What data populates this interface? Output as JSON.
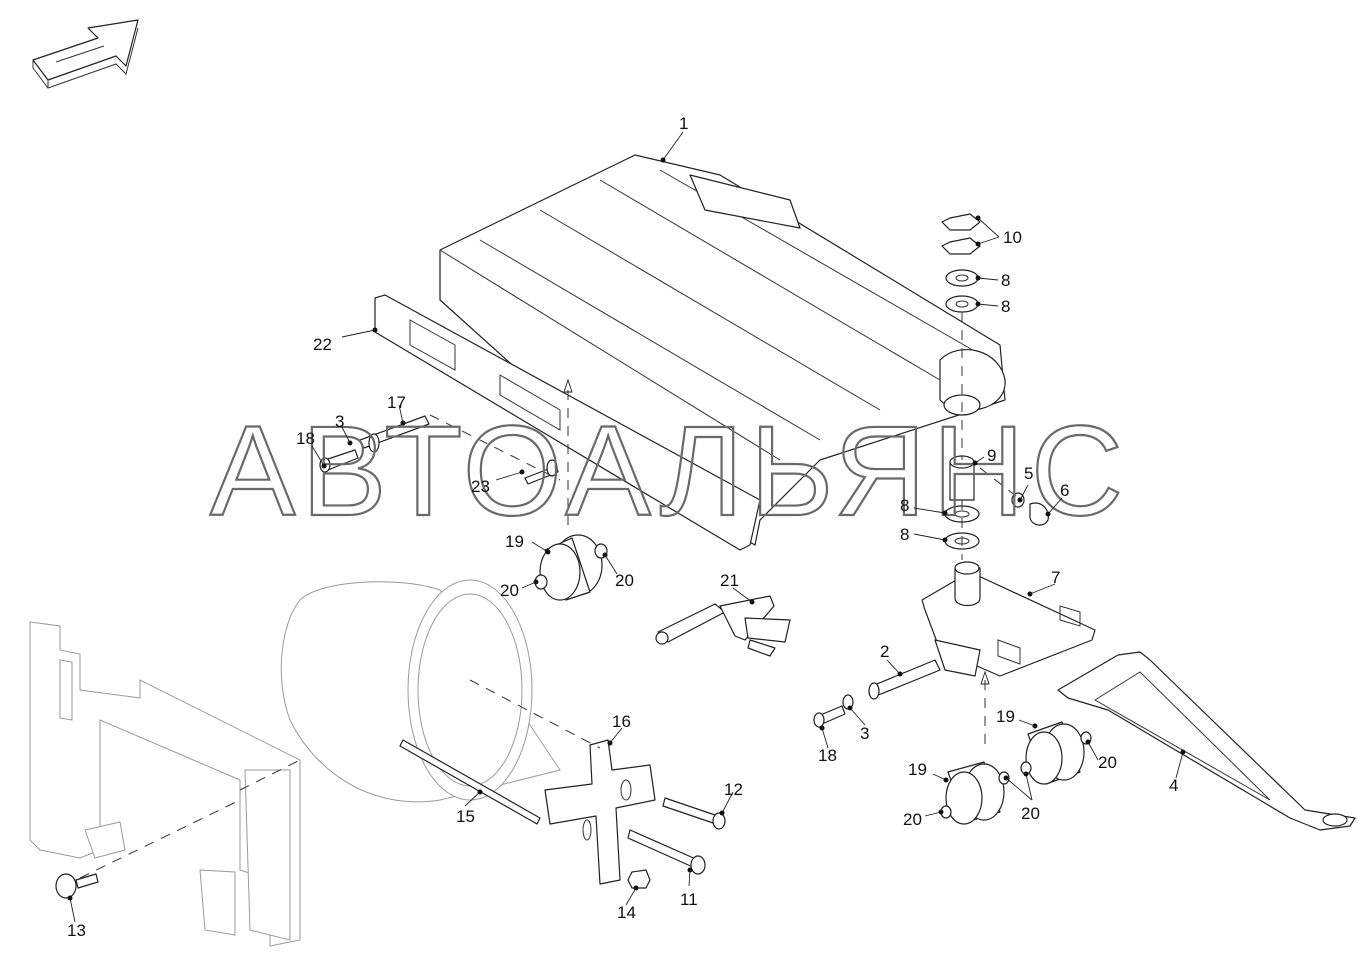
{
  "watermark": "АВТОАЛЬЯНС",
  "icons": {
    "direction": "direction-arrow-icon"
  },
  "callouts": [
    "1",
    "2",
    "3",
    "3",
    "4",
    "5",
    "6",
    "7",
    "8",
    "8",
    "8",
    "8",
    "9",
    "10",
    "11",
    "12",
    "13",
    "14",
    "15",
    "16",
    "17",
    "18",
    "18",
    "19",
    "19",
    "19",
    "20",
    "20",
    "20",
    "20",
    "20",
    "21",
    "22",
    "23"
  ]
}
